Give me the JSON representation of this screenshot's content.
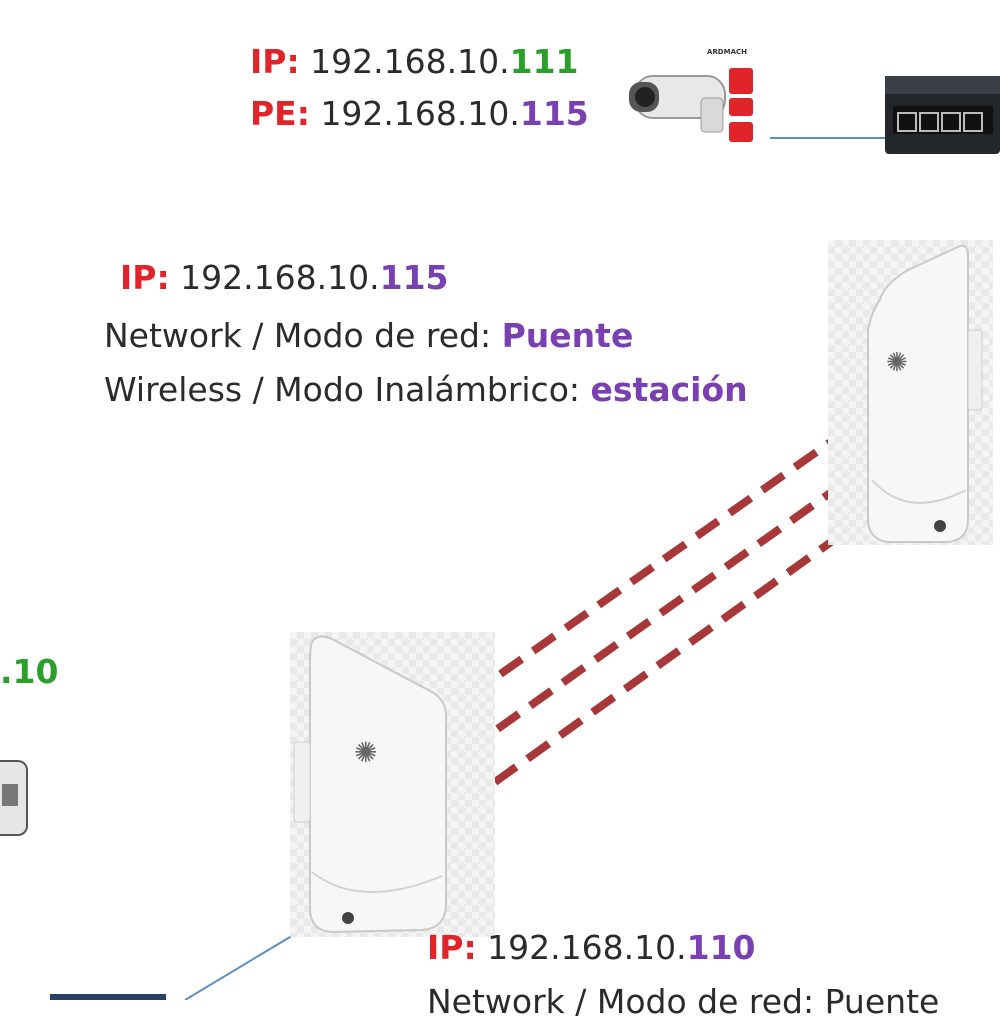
{
  "camera_block": {
    "ip_label": "IP:",
    "ip_base": "192.168.10.",
    "ip_end": "111",
    "pe_label": "PE:",
    "pe_base": "192.168.10.",
    "pe_end": "115"
  },
  "station_block": {
    "ip_label": "IP:",
    "ip_base": "192.168.10.",
    "ip_end": "115",
    "network_text": "Network / Modo de red:",
    "network_value": "Puente",
    "wireless_text": "Wireless / Modo Inalámbrico:",
    "wireless_value": "estación"
  },
  "left_partial": {
    "ip_fragment": ".10"
  },
  "bottom_block": {
    "ip_label": "IP:",
    "ip_base": "192.168.10.",
    "ip_end": "110",
    "network_partial": "Network / Modo de red: Puente"
  },
  "camera_badge": {
    "text": "ARDMACH"
  },
  "colors": {
    "label_red": "#e0242a",
    "value_green": "#2aa02a",
    "value_purple": "#7a3fb0",
    "link_dashes": "#a8373a",
    "cable_blue": "#5a8fc0"
  }
}
